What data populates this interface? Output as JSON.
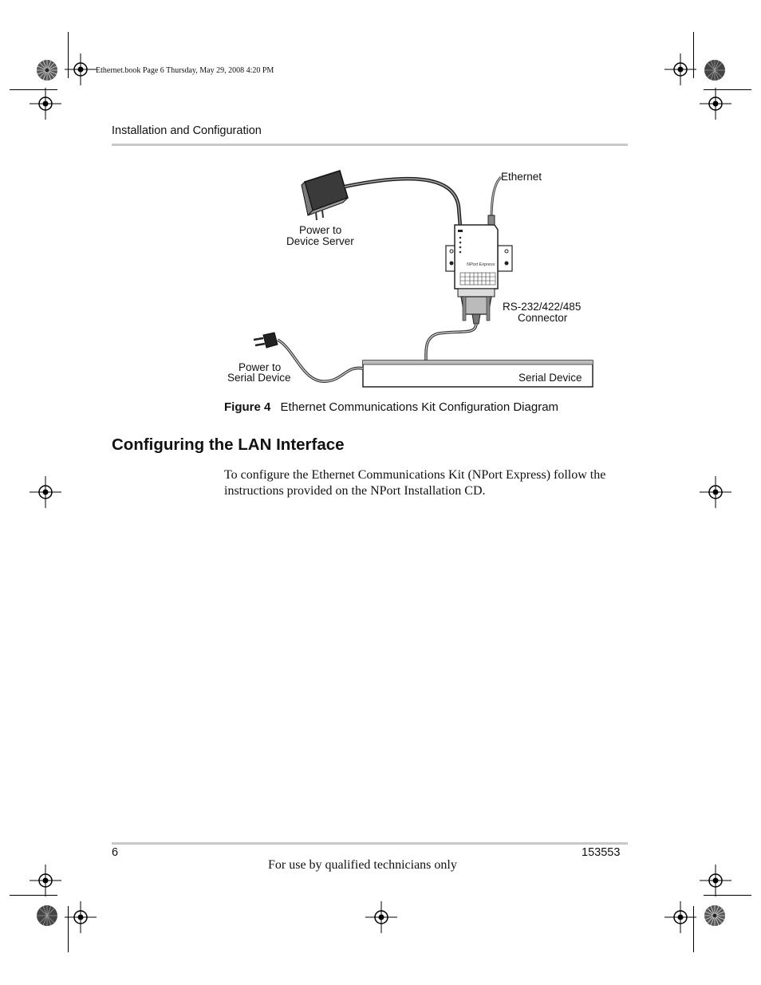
{
  "print_slug": "Ethernet.book  Page 6  Thursday, May 29, 2008  4:20 PM",
  "header": {
    "running_head": "Installation and Configuration"
  },
  "figure": {
    "label": "Figure 4",
    "caption": "Ethernet Communications Kit Configuration Diagram",
    "labels": {
      "ethernet": "Ethernet",
      "power_device_server_1": "Power to",
      "power_device_server_2": "Device Server",
      "connector_1": "RS-232/422/485",
      "connector_2": "Connector",
      "power_serial_1": "Power to",
      "power_serial_2": "Serial Device",
      "serial_device": "Serial Device",
      "unit_name": "NPort Express"
    }
  },
  "section": {
    "title": "Configuring the LAN Interface",
    "body": "To configure the Ethernet Communications Kit (NPort Express) follow the instructions provided on the NPort Installation CD."
  },
  "footer": {
    "page_number": "6",
    "doc_number": "153553",
    "note": "For use by qualified technicians only"
  },
  "colors": {
    "rule": "#c8c8c8",
    "text": "#111111"
  }
}
